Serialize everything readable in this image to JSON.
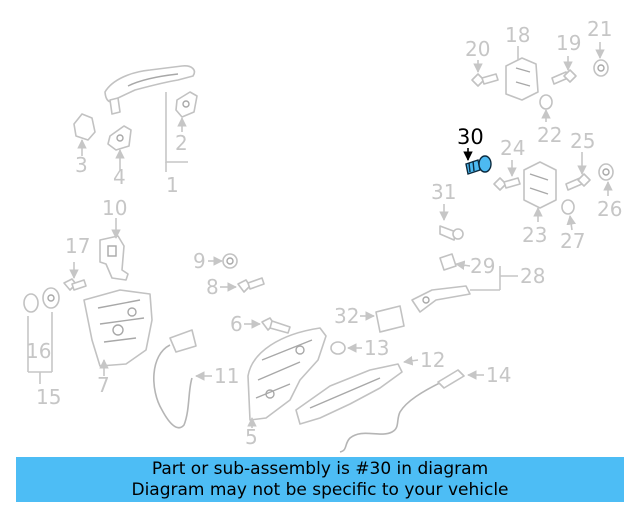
{
  "caption": {
    "line1": "Part or sub-assembly is #30 in diagram",
    "line2": "Diagram may not be specific to your vehicle"
  },
  "highlight_color": "#4dbdf5",
  "highlighted_part": "30",
  "callouts": {
    "c1": "1",
    "c2": "2",
    "c3": "3",
    "c4": "4",
    "c5": "5",
    "c6": "6",
    "c7": "7",
    "c8": "8",
    "c9": "9",
    "c10": "10",
    "c11": "11",
    "c12": "12",
    "c13": "13",
    "c14": "14",
    "c15": "15",
    "c16": "16",
    "c17": "17",
    "c18": "18",
    "c19": "19",
    "c20": "20",
    "c21": "21",
    "c22": "22",
    "c23": "23",
    "c24": "24",
    "c25": "25",
    "c26": "26",
    "c27": "27",
    "c28": "28",
    "c29": "29",
    "c30": "30",
    "c31": "31",
    "c32": "32"
  }
}
